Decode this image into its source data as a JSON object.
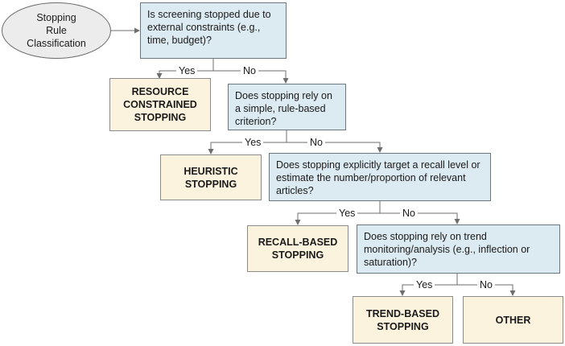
{
  "start": {
    "text": "Stopping\nRule\nClassification"
  },
  "questions": [
    {
      "text": "Is screening stopped due to external constraints (e.g., time, budget)?"
    },
    {
      "text": "Does stopping rely on a simple, rule-based criterion?"
    },
    {
      "text": "Does stopping explicitly target a recall level or estimate the number/proportion of relevant articles?"
    },
    {
      "text": "Does stopping rely on trend monitoring/analysis (e.g., inflection or saturation)?"
    }
  ],
  "outcomes": [
    {
      "text": "RESOURCE\nCONSTRAINED\nSTOPPING"
    },
    {
      "text": "HEURISTIC\nSTOPPING"
    },
    {
      "text": "RECALL-BASED\nSTOPPING"
    },
    {
      "text": "TREND-BASED\nSTOPPING"
    },
    {
      "text": "OTHER"
    }
  ],
  "labels": {
    "yes": "Yes",
    "no": "No"
  }
}
